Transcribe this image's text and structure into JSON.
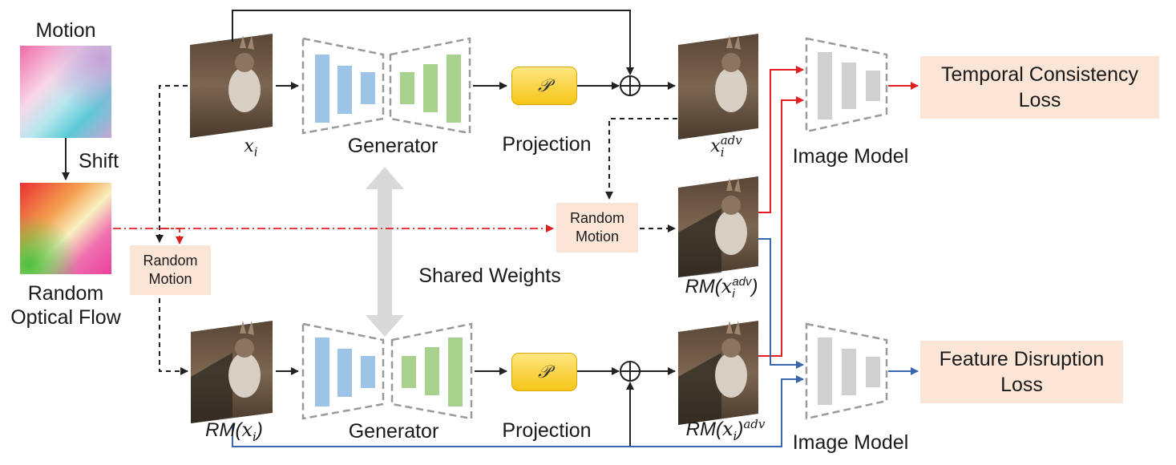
{
  "labels": {
    "motion": "Motion",
    "shift": "Shift",
    "random_optical_flow": "Random Optical Flow",
    "generator_top": "Generator",
    "generator_bottom": "Generator",
    "projection_top": "Projection",
    "projection_bottom": "Projection",
    "shared_weights": "Shared Weights",
    "image_model_top": "Image Model",
    "image_model_bottom": "Image Model",
    "random_motion_left": "Random Motion",
    "random_motion_right": "Random Motion",
    "temporal_consistency_loss": "Temporal Consistency Loss",
    "feature_disruption_loss": "Feature Disruption Loss",
    "projection_symbol": "𝒫",
    "sum_symbol": "⊕"
  },
  "math": {
    "x_i": {
      "base": "x",
      "sub": "i"
    },
    "x_i_adv": {
      "base": "x",
      "sup": "adv",
      "sub": "i"
    },
    "rm_x_i": {
      "prefix": "RM(",
      "base": "x",
      "sub": "i",
      "suffix": ")"
    },
    "rm_x_i_adv_right": {
      "prefix": "RM(",
      "base": "x",
      "sup": "adv",
      "sub": "i",
      "suffix": ")"
    },
    "rm_x_i_then_adv": {
      "prefix": "RM(",
      "base": "x",
      "sub": "i",
      "suffix": ")",
      "sup": "adv"
    }
  },
  "colors": {
    "blue_bar": "#9dc3e6",
    "green_bar": "#a9d18e",
    "gray_bar": "#d0d0d0",
    "loss_box": "#fbe5d6",
    "projection_fill": "#ffd966",
    "red_arrow": "#e02020",
    "blue_arrow": "#3a66b0",
    "shared_arrow": "#d9d9d9"
  }
}
